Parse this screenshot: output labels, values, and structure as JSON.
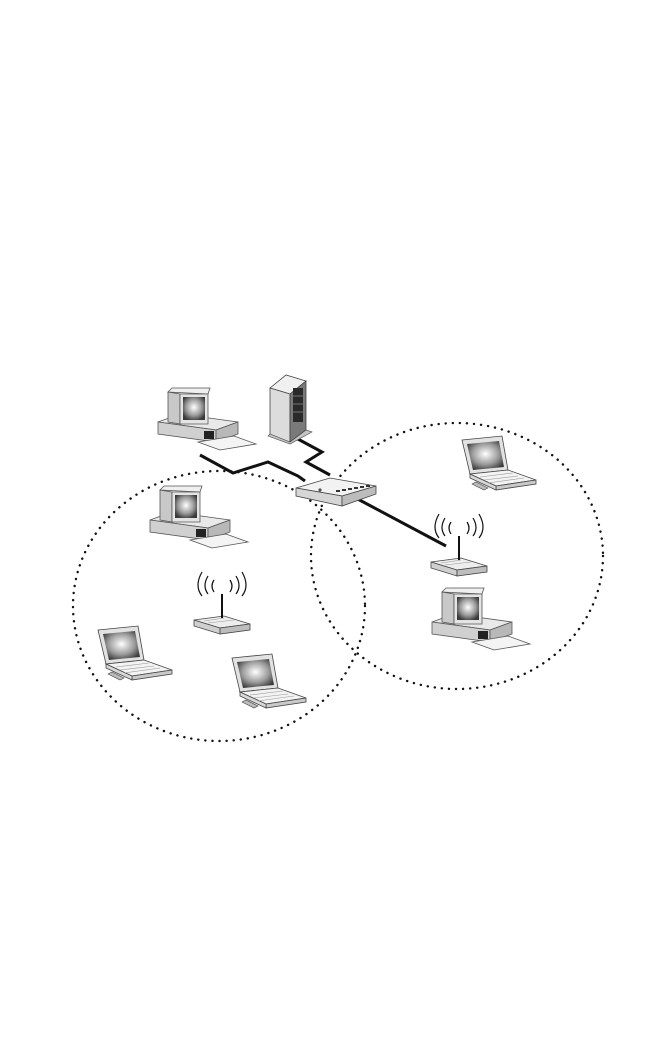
{
  "diagram": {
    "type": "wireless network topology",
    "zones": [
      {
        "name": "wireless-zone-left",
        "border_style": "dotted"
      },
      {
        "name": "wireless-zone-right",
        "border_style": "dotted"
      }
    ],
    "devices": [
      {
        "name": "server-tower",
        "icon": "server-icon"
      },
      {
        "name": "desktop-top-left",
        "icon": "desktop-icon"
      },
      {
        "name": "network-switch",
        "icon": "switch-icon"
      },
      {
        "name": "desktop-left-zone",
        "icon": "desktop-icon"
      },
      {
        "name": "access-point-left",
        "icon": "access-point-icon"
      },
      {
        "name": "laptop-left-1",
        "icon": "laptop-icon"
      },
      {
        "name": "laptop-left-2",
        "icon": "laptop-icon"
      },
      {
        "name": "laptop-right-zone",
        "icon": "laptop-icon"
      },
      {
        "name": "access-point-right",
        "icon": "access-point-icon"
      },
      {
        "name": "desktop-right-zone",
        "icon": "desktop-icon"
      }
    ],
    "wired_links": [
      {
        "from": "desktop-top-left",
        "to": "network-switch"
      },
      {
        "from": "server-tower",
        "to": "network-switch"
      },
      {
        "from": "network-switch",
        "to": "access-point-right"
      }
    ],
    "colors": {
      "line": "#111111",
      "device_light": "#f2f2f2",
      "device_mid": "#cfcfcf",
      "device_dark": "#222222"
    }
  }
}
